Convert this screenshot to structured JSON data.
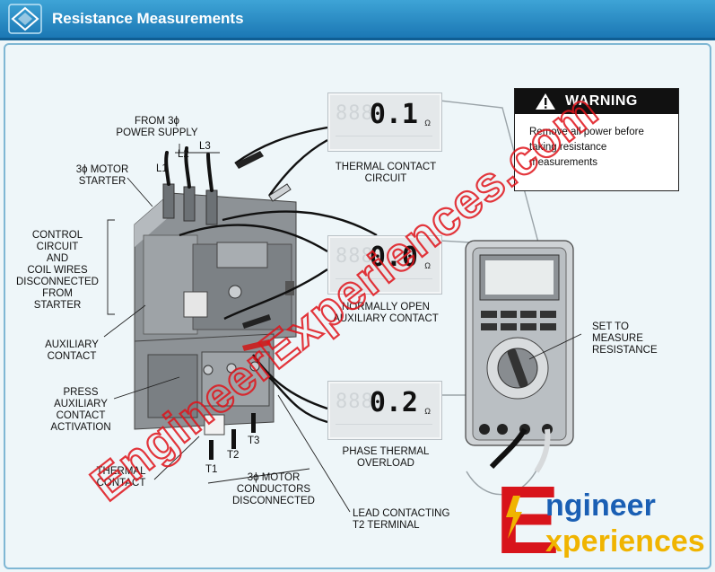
{
  "header": {
    "title": "Resistance Measurements",
    "icon": "compass-icon"
  },
  "warning": {
    "title": "WARNING",
    "message": "Remove all power before taking resistance measurements"
  },
  "displays": [
    {
      "reading": "0.1",
      "unit": "Ω",
      "label_line1": "THERMAL CONTACT",
      "label_line2": "CIRCUIT"
    },
    {
      "reading": "0.0",
      "unit": "Ω",
      "label_line1": "NORMALLY OPEN",
      "label_line2": "AUXILIARY CONTACT"
    },
    {
      "reading": "0.2",
      "unit": "Ω",
      "label_line1": "PHASE THERMAL",
      "label_line2": "OVERLOAD"
    }
  ],
  "labels": {
    "from_supply_line1": "FROM 3ϕ",
    "from_supply_line2": "POWER SUPPLY",
    "l1": "L1",
    "l2": "L2",
    "l3": "L3",
    "motor_starter_line1": "3ϕ MOTOR",
    "motor_starter_line2": "STARTER",
    "control_line1": "CONTROL",
    "control_line2": "CIRCUIT",
    "control_line3": "AND",
    "control_line4": "COIL WIRES",
    "control_line5": "DISCONNECTED",
    "control_line6": "FROM",
    "control_line7": "STARTER",
    "aux_line1": "AUXILIARY",
    "aux_line2": "CONTACT",
    "press_line1": "PRESS",
    "press_line2": "AUXILIARY",
    "press_line3": "CONTACT",
    "press_line4": "ACTIVATION",
    "thermal_line1": "THERMAL",
    "thermal_line2": "CONTACT",
    "t1": "T1",
    "t2": "T2",
    "t3": "T3",
    "motor_cond_line1": "3ϕ MOTOR",
    "motor_cond_line2": "CONDUCTORS",
    "motor_cond_line3": "DISCONNECTED",
    "lead_line1": "LEAD CONTACTING",
    "lead_line2": "T2 TERMINAL",
    "set_line1": "SET TO",
    "set_line2": "MEASURE",
    "set_line3": "RESISTANCE"
  },
  "watermark": {
    "text": "EngineerExperiences.com"
  },
  "logo": {
    "letter_e": "E",
    "line1": "ngineer",
    "line2": "xperiences"
  },
  "colors": {
    "header": "#1b77b4",
    "watermark": "#e0141b",
    "logo_blue": "#1a5fb4",
    "logo_yellow": "#f0b400",
    "logo_red": "#d8141b"
  }
}
